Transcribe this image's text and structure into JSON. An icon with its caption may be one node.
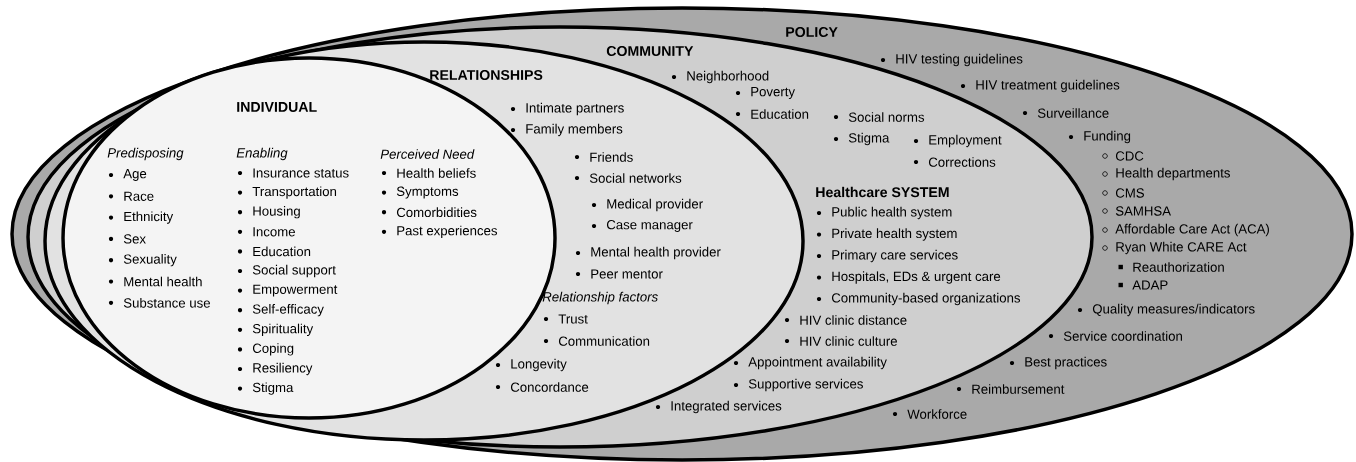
{
  "diagram": {
    "nodes": [
      {
        "text": [
          "POLICY",
          "HIV testing guidelines",
          "HIV treatment guidelines",
          "Surveillance",
          "Funding",
          "CDC",
          "Health departments",
          "CMS",
          "SAMHSA",
          "Affordable Care Act (ACA)",
          "Ryan White CARE Act",
          "Reauthorization",
          "ADAP",
          "Quality measures/indicators",
          "Service coordination",
          "Best practices",
          "Reimbursement",
          "Workforce"
        ]
      },
      {
        "text": [
          "COMMUNITY",
          "Neighborhood",
          "Poverty",
          "Education",
          "Social norms",
          "Stigma",
          "Employment",
          "Corrections",
          "Healthcare SYSTEM",
          "Public health system",
          "Private health system",
          "Primary care services",
          "Hospitals, EDs & urgent care",
          "Community-based organizations",
          "HIV clinic distance",
          "HIV clinic culture",
          "Appointment availability",
          "Supportive services",
          "Integrated services"
        ],
        "in": 0
      },
      {
        "text": [
          "RELATIONSHIPS",
          "Intimate partners",
          "Family members",
          "Friends",
          "Social networks",
          "Medical provider",
          "Case manager",
          "Mental health provider",
          "Peer mentor",
          "Relationship factors",
          "Trust",
          "Communication",
          "Longevity",
          "Concordance"
        ],
        "in": 1
      },
      {
        "text": [
          "INDIVIDUAL",
          "Predisposing",
          "Age",
          "Race",
          "Ethnicity",
          "Sex",
          "Sexuality",
          "Mental health",
          "Substance use",
          "Enabling",
          "Insurance status",
          "Transportation",
          "Housing",
          "Income",
          "Education",
          "Social support",
          "Empowerment",
          "Self-efficacy",
          "Spirituality",
          "Coping",
          "Resiliency",
          "Stigma",
          "Perceived Need",
          "Health beliefs",
          "Symptoms",
          "Comorbidities",
          "Past experiences"
        ],
        "in": 2
      }
    ]
  }
}
